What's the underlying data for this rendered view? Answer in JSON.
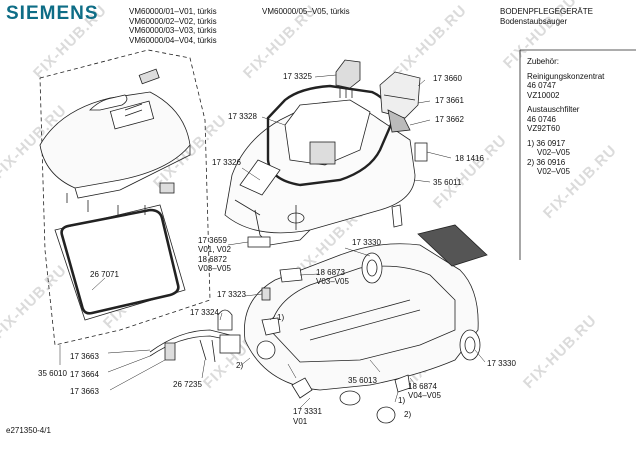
{
  "brand": "SIEMENS",
  "models_left": [
    "VM60000/01–V01, türkis",
    "VM60000/02–V02, türkis",
    "VM60000/03–V03, türkis",
    "VM60000/04–V04, türkis"
  ],
  "model_mid": "VM60000/05–V05, türkis",
  "category": [
    "BODENPFLEGEGERÄTE",
    "Bodenstaubsauger"
  ],
  "accessories": {
    "title": "Zubehör:",
    "lines": [
      "Reinigungskonzentrat",
      "46 0747",
      "VZ10002",
      "",
      "Austauschfilter",
      "46 0746",
      "VZ92T60",
      "",
      "1) 36 0917",
      "    V02–V05",
      "2) 36 0916",
      "    V02–V05"
    ]
  },
  "parts": {
    "p173325": "17 3325",
    "p173660": "17 3660",
    "p173661": "17 3661",
    "p173328": "17 3328",
    "p173662": "17 3662",
    "p181416": "18 1416",
    "p173326": "17 3326",
    "p356011": "35 6011",
    "p173659": "17 3659",
    "p_v01v02": "V01, V02",
    "p186872": "18 6872",
    "p_v03v05a": "V03–V05",
    "p173330a": "17 3330",
    "p186873": "18 6873",
    "p_v03v05b": "V03–V05",
    "p267071": "26 7071",
    "p173323": "17 3323",
    "p173324": "17 3324",
    "p_1a": "1)",
    "p173663a": "17 3663",
    "p173664": "17 3664",
    "p173663b": "17 3663",
    "p356010": "35 6010",
    "p_2a": "2)",
    "p267235": "26 7235",
    "p356013": "35 6013",
    "p186874": "18 6874",
    "p_v04v05": "V04–V05",
    "p173330b": "17 3330",
    "p_1b": "1)",
    "p_2b": "2)",
    "p173331": "17 3331",
    "p_v01": "V01"
  },
  "doc_id": "e271350-4/1",
  "watermark": "FIX-HUB.RU",
  "colors": {
    "brand": "#0e6d86",
    "line": "#222222",
    "watermark": "#c8c8c8"
  }
}
